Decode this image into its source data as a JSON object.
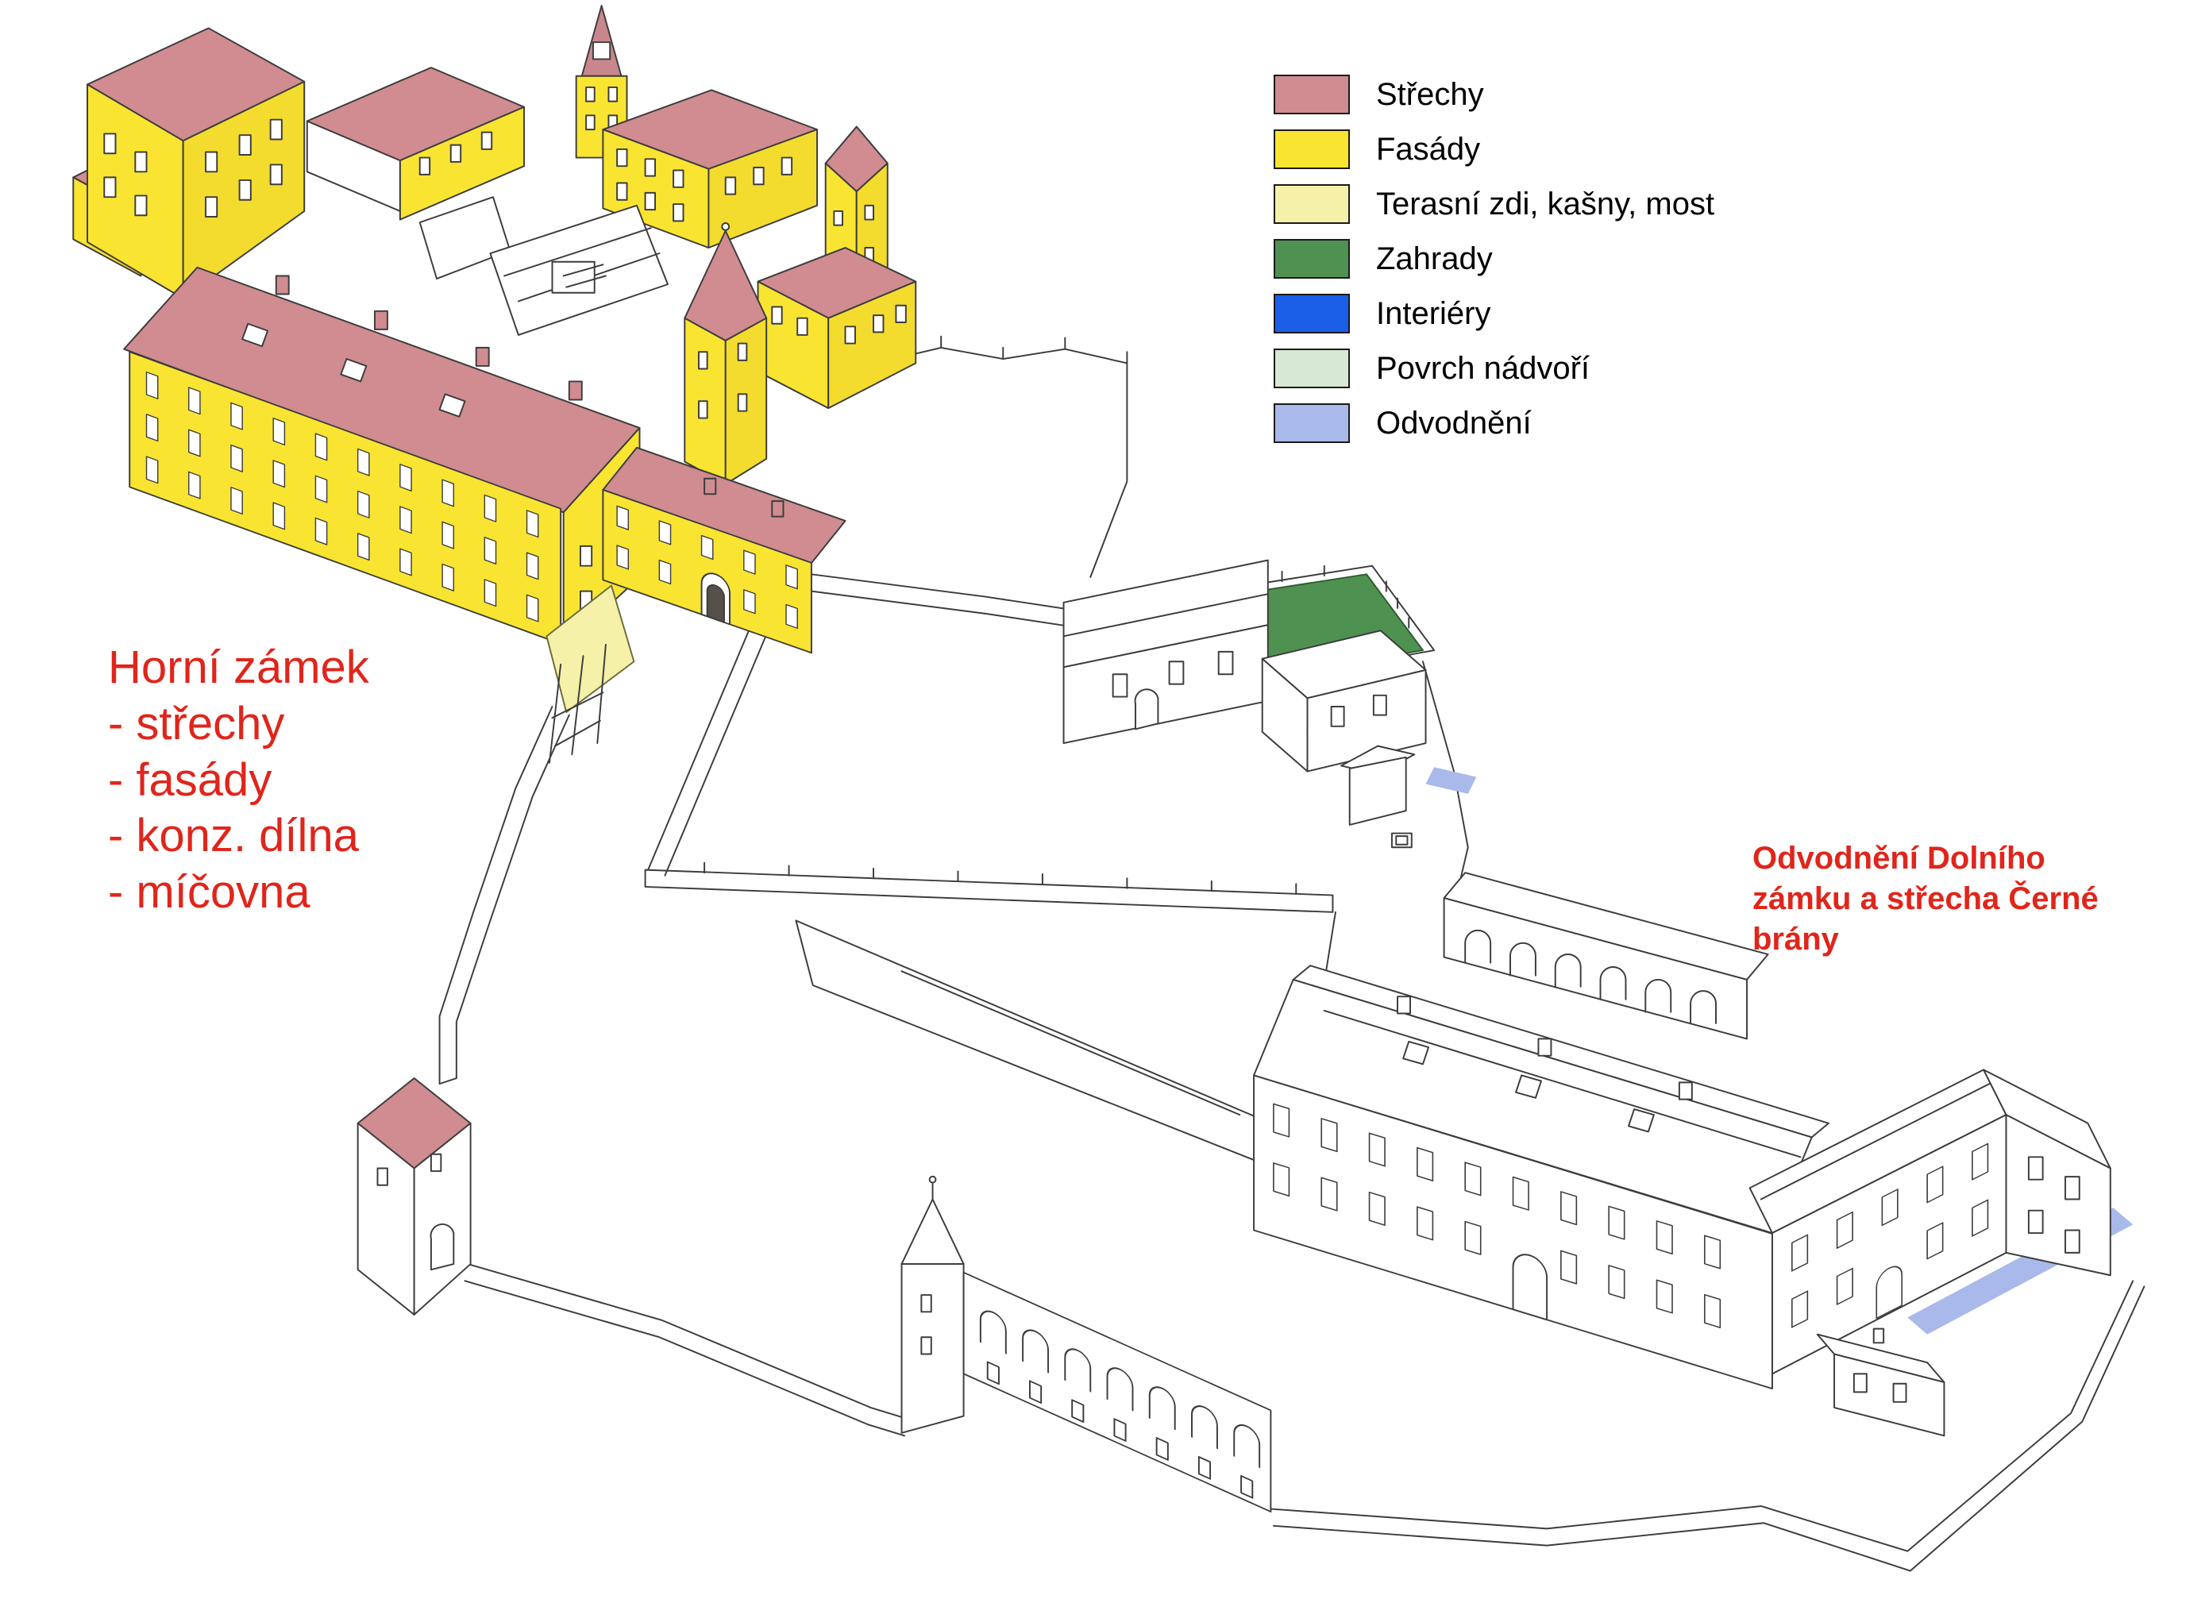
{
  "legend": {
    "items": [
      {
        "label": "Střechy",
        "color": "#d08c90"
      },
      {
        "label": "Fasády",
        "color": "#f9e431"
      },
      {
        "label": "Terasní zdi, kašny, most",
        "color": "#f5f1a8"
      },
      {
        "label": "Zahrady",
        "color": "#4f9151"
      },
      {
        "label": "Interiéry",
        "color": "#1b5ee8"
      },
      {
        "label": "Povrch nádvoří",
        "color": "#d7e9d2"
      },
      {
        "label": "Odvodnění",
        "color": "#a9b9ea"
      }
    ]
  },
  "annotations": {
    "upper_castle": {
      "heading": "Horní zámek",
      "items": [
        "- střechy",
        "- fasády",
        "- konz. dílna",
        "- míčovna"
      ],
      "color": "#e0251b"
    },
    "lower_castle": {
      "lines": [
        "Odvodnění Dolního",
        "zámku a střecha Černé",
        "brány"
      ],
      "color": "#e0251b"
    }
  }
}
